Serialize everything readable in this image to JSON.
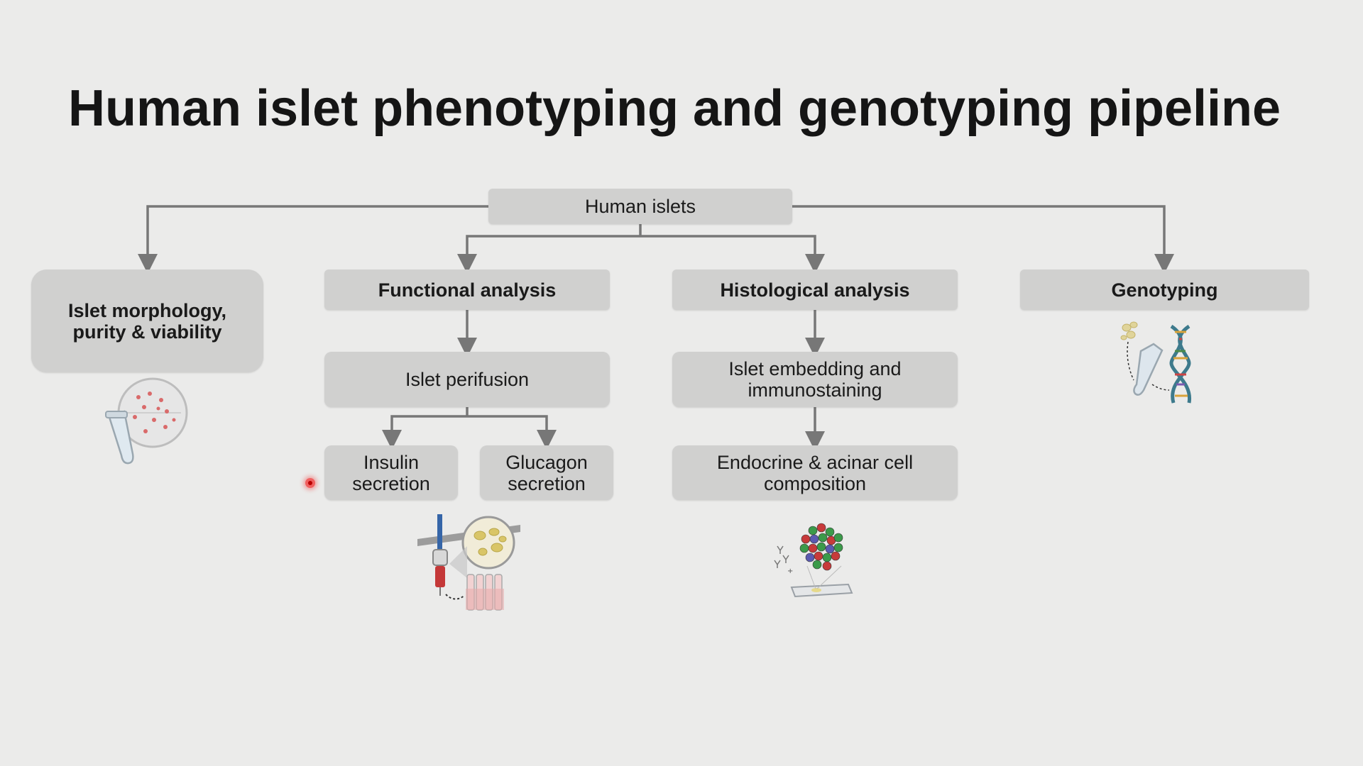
{
  "title": "Human islet phenotyping and genotyping pipeline",
  "nodes": {
    "root": "Human islets",
    "morphology": "Islet morphology,\npurity & viability",
    "functional": "Functional analysis",
    "histological": "Histological analysis",
    "genotyping": "Genotyping",
    "perifusion": "Islet perifusion",
    "embedding": "Islet embedding and\nimmunostaining",
    "insulin": "Insulin\nsecretion",
    "glucagon": "Glucagon\nsecretion",
    "composition": "Endocrine & acinar cell\ncomposition"
  },
  "icons": {
    "morphology": "islet-tube-magnifier-icon",
    "perifusion": "perifusion-apparatus-icon",
    "histology": "cell-cluster-slide-icon",
    "genotyping": "dna-tube-icon"
  },
  "colors": {
    "background": "#ebebea",
    "box": "#d0d0cf",
    "connector": "#777777",
    "text": "#1a1a1a"
  }
}
